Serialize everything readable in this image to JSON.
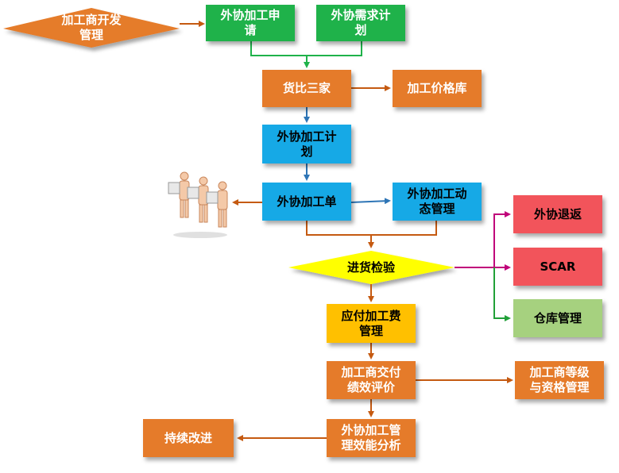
{
  "colors": {
    "green": "#1fb24a",
    "orange": "#e57b2a",
    "blue": "#16a9e6",
    "red": "#f2545b",
    "light_green": "#a6d17f",
    "yellow": "#ffc000",
    "diamond_yellow": "#ffff00",
    "arrow_orange": "#c55a11",
    "arrow_green": "#1fb24a",
    "arrow_blue": "#2e75b6",
    "arrow_magenta": "#c0007a",
    "arrow_dark_green": "#21a038"
  },
  "nodes": {
    "supplier_dev": "加工商开发\n管理",
    "outsource_apply": "外协加工申\n请",
    "outsource_demand": "外协需求计\n划",
    "compare_three": "货比三家",
    "price_library": "加工价格库",
    "outsource_plan": "外协加工计\n划",
    "outsource_order": "外协加工单",
    "outsource_dynamic": "外协加工动\n态管理",
    "incoming_inspection": "进货检验",
    "outsource_return": "外协退返",
    "scar": "SCAR",
    "warehouse": "仓库管理",
    "payable_fee": "应付加工费\n管理",
    "performance_eval": "加工商交付\n绩效评价",
    "supplier_grade": "加工商等级\n与资格管理",
    "efficiency_analysis": "外协加工管\n理效能分析",
    "continuous_improve": "持续改进"
  },
  "icons": {
    "workers": "delivery-workers-icon"
  }
}
